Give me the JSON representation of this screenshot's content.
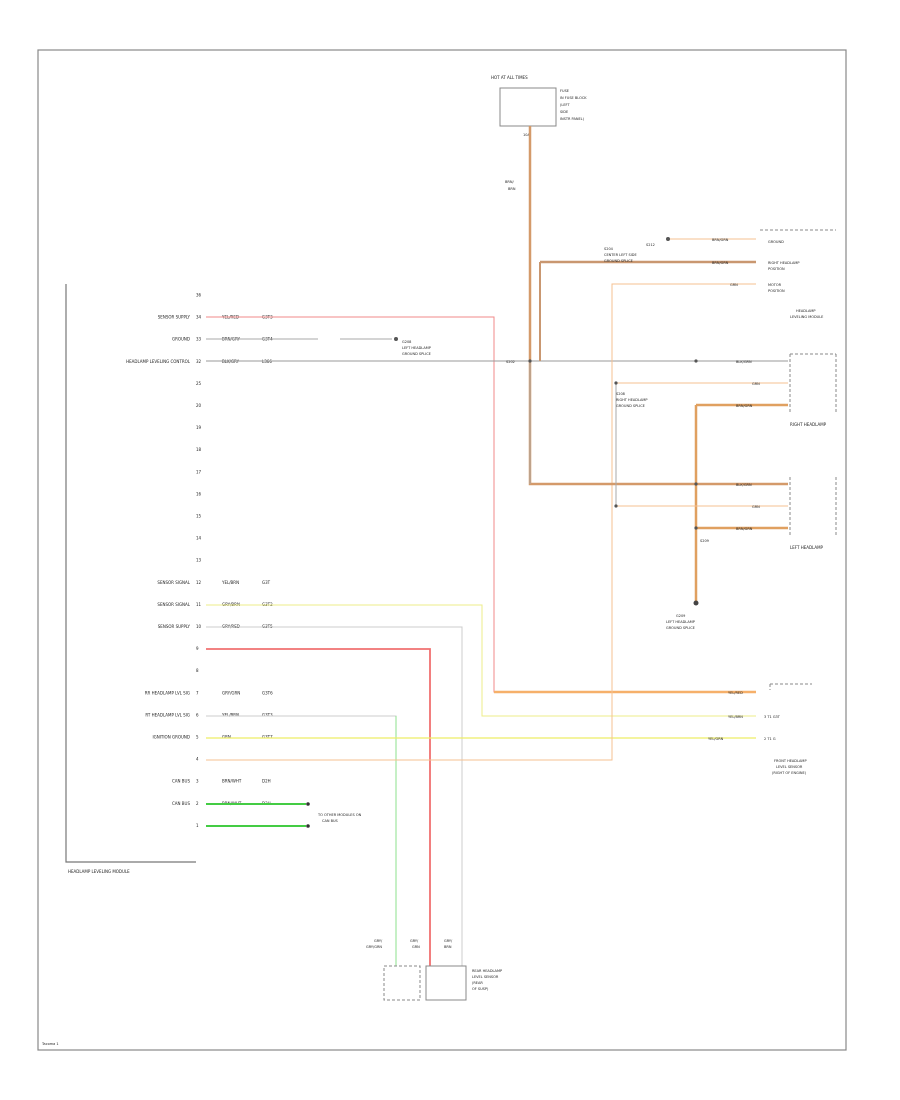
{
  "module": {
    "label": "HEADLAMP LEVELING MODULE",
    "pins": [
      {
        "num": "36",
        "label": "",
        "wire": "",
        "circuit": "",
        "color": ""
      },
      {
        "num": "34",
        "label": "SENSOR SUPPLY",
        "wire": "YEL/RED",
        "circuit": "G3T3",
        "color": "#ee6b6b"
      },
      {
        "num": "33",
        "label": "GROUND",
        "wire": "BRN/GRY",
        "circuit": "G3T4",
        "color": "#999999"
      },
      {
        "num": "32",
        "label": "HEADLAMP LEVELING CONTROL",
        "wire": "BLK/GRY",
        "circuit": "L366",
        "color": "#777777"
      },
      {
        "num": "25",
        "label": "",
        "wire": "",
        "circuit": "",
        "color": ""
      },
      {
        "num": "20",
        "label": "",
        "wire": "",
        "circuit": "",
        "color": ""
      },
      {
        "num": "19",
        "label": "",
        "wire": "",
        "circuit": "",
        "color": ""
      },
      {
        "num": "18",
        "label": "",
        "wire": "",
        "circuit": "",
        "color": ""
      },
      {
        "num": "17",
        "label": "",
        "wire": "",
        "circuit": "",
        "color": ""
      },
      {
        "num": "16",
        "label": "",
        "wire": "",
        "circuit": "",
        "color": ""
      },
      {
        "num": "15",
        "label": "",
        "wire": "",
        "circuit": "",
        "color": ""
      },
      {
        "num": "14",
        "label": "",
        "wire": "",
        "circuit": "",
        "color": ""
      },
      {
        "num": "13",
        "label": "",
        "wire": "",
        "circuit": "",
        "color": ""
      },
      {
        "num": "12",
        "label": "SENSOR SIGNAL",
        "wire": "YEL/BRN",
        "circuit": "G3T",
        "color": "#eeee66"
      },
      {
        "num": "11",
        "label": "SENSOR SIGNAL",
        "wire": "GRY/BRN",
        "circuit": "G3T2",
        "color": "#cccccc"
      },
      {
        "num": "10",
        "label": "SENSOR SUPPLY",
        "wire": "GRY/RED",
        "circuit": "G3T5",
        "color": "#ee6b6b"
      },
      {
        "num": "9",
        "label": "",
        "wire": "",
        "circuit": "",
        "color": ""
      },
      {
        "num": "8",
        "label": "",
        "wire": "",
        "circuit": "",
        "color": ""
      },
      {
        "num": "7",
        "label": "RR HEADLAMP LVL SIG",
        "wire": "GRY/GRN",
        "circuit": "G3T6",
        "color": "#dddddd"
      },
      {
        "num": "6",
        "label": "RT HEADLAMP LVL SIG",
        "wire": "YEL/BRN",
        "circuit": "G3T3",
        "color": "#eeee66"
      },
      {
        "num": "5",
        "label": "IGNITION GROUND",
        "wire": "GRN",
        "circuit": "G3T7",
        "color": "#f0b38a"
      },
      {
        "num": "4",
        "label": "",
        "wire": "",
        "circuit": "",
        "color": ""
      },
      {
        "num": "3",
        "label": "CAN BUS",
        "wire": "BRN/WHT",
        "circuit": "D2H",
        "color": "#44cc44"
      },
      {
        "num": "2",
        "label": "CAN BUS",
        "wire": "BRN/WHT",
        "circuit": "D3H",
        "color": "#44cc44"
      },
      {
        "num": "1",
        "label": "",
        "wire": "",
        "circuit": "",
        "color": ""
      }
    ]
  },
  "top_fuse": {
    "label": "HOT AT ALL TIMES",
    "sub": [
      "FUSE",
      "IN FUSE BLOCK",
      "(LEFT",
      "SIDE",
      "INSTR PANEL)"
    ],
    "pin": "10A",
    "wire": [
      "BRN/",
      "BRN"
    ]
  },
  "splices": {
    "s1": "S202",
    "s2": [
      "G208",
      "LEFT HEADLAMP",
      "GROUND SPLICE"
    ],
    "s3": [
      "S204",
      "CENTER LEFT SIDE",
      "GROUND SPLICE"
    ],
    "s4": [
      "G209",
      "LEFT HEADLAMP",
      "GROUND SPLICE"
    ],
    "s5": [
      "S208",
      "RIGHT HEADLAMP",
      "GROUND SPLICE"
    ],
    "s6": "S212",
    "sw": "S209"
  },
  "right_side": {
    "top_connector": [
      "GROUND",
      "RIGHT HEADLAMP",
      "POSITION",
      "MOTOR",
      "POSITION"
    ],
    "top_connector_wires": [
      "BRN/GRN",
      "BRN/GRN",
      "GRN"
    ],
    "top_label": [
      "HEADLAMP",
      "LEVELING MODULE"
    ],
    "right_headlamp": "RIGHT HEADLAMP",
    "left_headlamp": "LEFT HEADLAMP",
    "hl_wires": [
      "BLK/GRN",
      "GRN",
      "BRN/GRN"
    ],
    "sensor": [
      "FRONT HEADLAMP",
      "LEVEL SENSOR",
      "(RIGHT OF ENGINE)"
    ],
    "sensor_wires": [
      "YEL/RED",
      "YEL/BRN",
      "YEL/GRN"
    ],
    "sensor_pin_labels": [
      "",
      "3 T1 G3T",
      "2 T1 G"
    ],
    "can_label": [
      "TO OTHER MODULES ON",
      "CAN BUS"
    ],
    "rear_sensor": [
      "REAR HEADLAMP",
      "LEVEL SENSOR",
      "(REAR",
      "OF SUSP)"
    ],
    "rear_wires": [
      "GRY/",
      "GRY/GRN",
      "GRY/",
      "GRN",
      "GRY/",
      "BRN"
    ]
  },
  "footer": "Tacoma 1"
}
